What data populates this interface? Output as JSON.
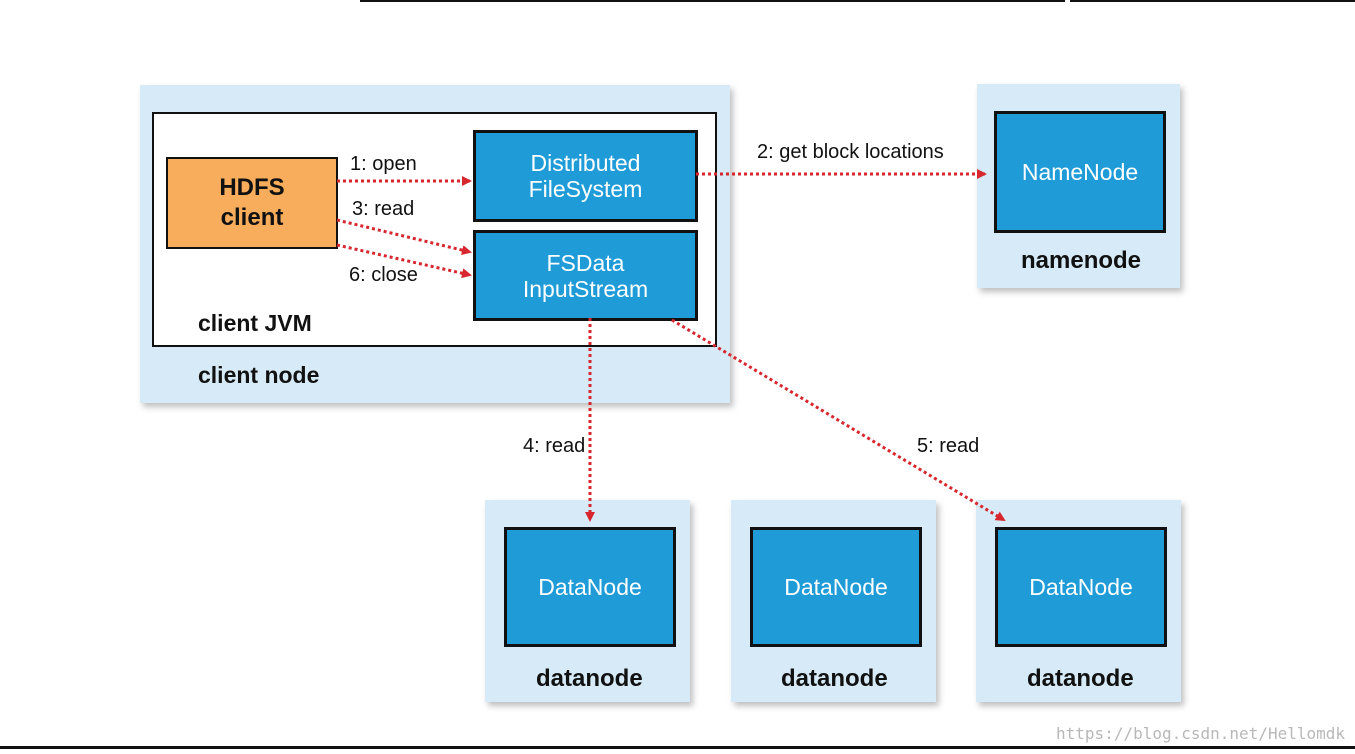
{
  "client_node": {
    "label": "client node",
    "jvm_label": "client JVM",
    "hdfs_client": "HDFS\nclient",
    "distributed_fs": "Distributed\nFileSystem",
    "fsdata_stream": "FSData\nInputStream"
  },
  "namenode": {
    "box": "NameNode",
    "label": "namenode"
  },
  "datanodes": [
    {
      "box": "DataNode",
      "label": "datanode"
    },
    {
      "box": "DataNode",
      "label": "datanode"
    },
    {
      "box": "DataNode",
      "label": "datanode"
    }
  ],
  "edges": {
    "open": "1: open",
    "get_block": "2: get block locations",
    "read3": "3: read",
    "read4": "4: read",
    "read5": "5: read",
    "close": "6: close"
  },
  "watermark": "https://blog.csdn.net/Hellomdk",
  "colors": {
    "node_bg": "#d6ebf7",
    "blue_box": "#1f9bd8",
    "orange_box": "#f7ad5c",
    "arrow": "#d7262e"
  }
}
